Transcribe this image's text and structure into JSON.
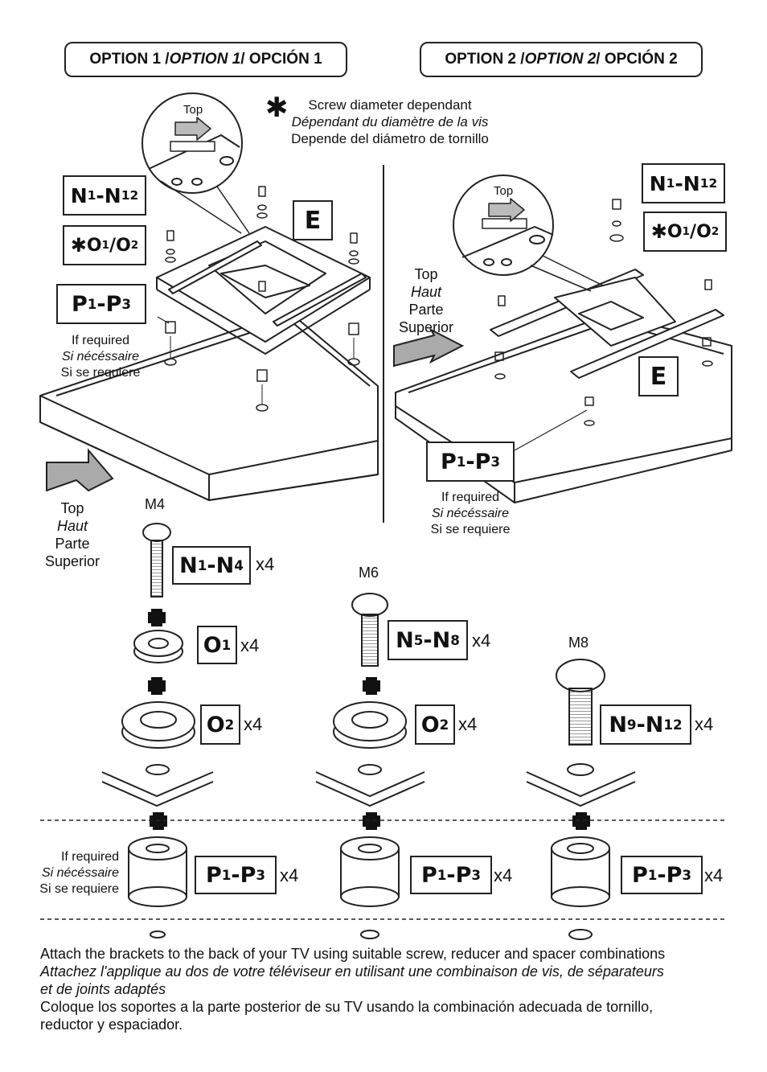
{
  "options": {
    "option1": {
      "a": "OPTION 1 / ",
      "b": "OPTION 1",
      "c": " / OPCIÓN 1"
    },
    "option2": {
      "a": "OPTION 2 / ",
      "b": "OPTION 2",
      "c": " / OPCIÓN 2"
    }
  },
  "screw_note": {
    "en": "Screw diameter dependant",
    "fr": "Dépendant du diamètre de la vis",
    "es": "Depende del diámetro de  tornillo"
  },
  "callout_top": "Top",
  "direction": {
    "en": "Top",
    "fr": "Haut",
    "es": "Parte",
    "es2": "Superior"
  },
  "if_required": {
    "en": "If required",
    "fr": "Si nécéssaire",
    "es": "Si se requiere"
  },
  "labels": {
    "E": "E",
    "n1n12": {
      "a": "N",
      "b": "1",
      "c": "-N",
      "d": "12"
    },
    "o1o2": {
      "a": "O",
      "b": "1",
      "c": "/O",
      "d": "2"
    },
    "p1p3": {
      "a": "P",
      "b": "1",
      "c": "-P",
      "d": "3"
    },
    "n1n4": {
      "a": "N",
      "b": "1",
      "c": "-N",
      "d": "4"
    },
    "n5n8": {
      "a": "N",
      "b": "5",
      "c": "-N",
      "d": "8"
    },
    "n9n12": {
      "a": "N",
      "b": "9",
      "c": "-N",
      "d": "12"
    },
    "o1": {
      "a": "O",
      "b": "1"
    },
    "o2": {
      "a": "O",
      "b": "2"
    }
  },
  "qty": "x4",
  "sizes": {
    "m4": "M4",
    "m6": "M6",
    "m8": "M8"
  },
  "instructions": {
    "en": "Attach the brackets to the back of your TV using suitable screw, reducer and spacer combinations",
    "fr1": "Attachez l'applique au dos de votre téléviseur en utilisant une combinaison de vis, de séparateurs",
    "fr2": "et de joints adaptés",
    "es1": "Coloque los soportes a la parte posterior de su TV usando la combinación adecuada de tornillo,",
    "es2": "reductor y espaciador."
  }
}
